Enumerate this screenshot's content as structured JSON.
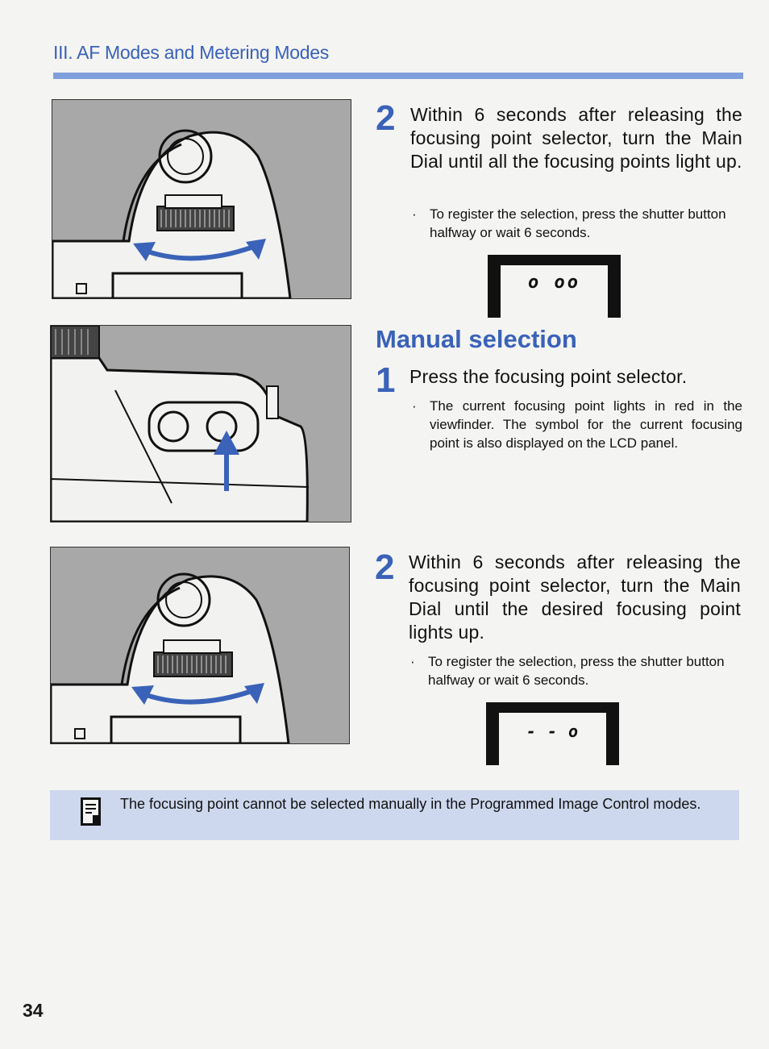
{
  "header": {
    "section_title": "III. AF Modes and Metering Modes"
  },
  "step_a": {
    "number": "2",
    "text": "Within 6 seconds after releasing the focusing point selector, turn the Main Dial until all the focusing points light up.",
    "bullet": "To register the selection, press the shutter button halfway or wait 6 seconds.",
    "lcd": "o oo"
  },
  "manual": {
    "heading": "Manual selection",
    "step1": {
      "number": "1",
      "text": "Press the focusing point selector.",
      "bullet": "The current focusing point lights in red in the viewfinder. The symbol for the current focusing point is also displayed on the LCD panel."
    },
    "step2": {
      "number": "2",
      "text": "Within 6 seconds after releasing the focusing point selector, turn the Main Dial until the desired focusing point lights up.",
      "bullet": "To register the selection, press the shutter button halfway or wait 6 seconds.",
      "lcd": "- - o"
    }
  },
  "note": {
    "text": "The focusing point cannot be selected manually in the Programmed Image Control modes."
  },
  "page_number": "34",
  "colors": {
    "accent": "#3a62b8",
    "rule": "#7f9fdd",
    "note_bg": "#cdd8ee",
    "figure_bg": "#a6a6a6"
  },
  "icons": {
    "note": "memo-icon"
  }
}
